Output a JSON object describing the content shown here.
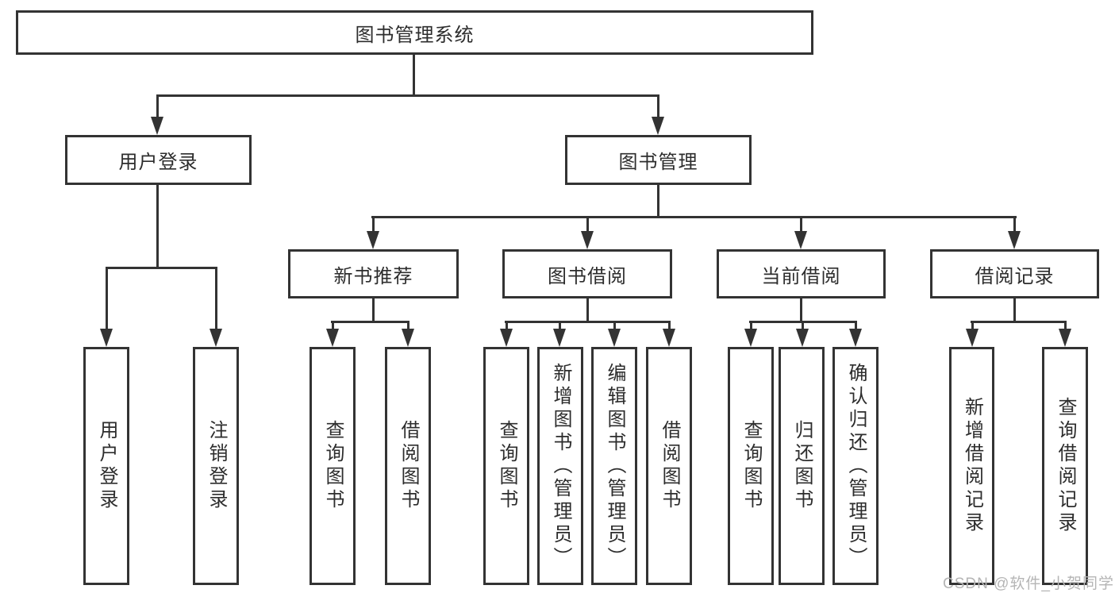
{
  "diagram": {
    "title": "图书管理系统",
    "level2": [
      "用户登录",
      "图书管理"
    ],
    "level3": [
      "新书推荐",
      "图书借阅",
      "当前借阅",
      "借阅记录"
    ],
    "leaves_user_login": [
      "用户登录",
      "注销登录"
    ],
    "leaves_new_book": [
      "查询图书",
      "借阅图书"
    ],
    "leaves_book_borrow": [
      "查询图书",
      "新增图书（管理员）",
      "编辑图书（管理员）",
      "借阅图书"
    ],
    "leaves_current_borrow": [
      "查询图书",
      "归还图书",
      "确认归还（管理员）"
    ],
    "leaves_borrow_record": [
      "新增借阅记录",
      "查询借阅记录"
    ]
  },
  "watermark": {
    "text": "CSDN @软件_小贺同学"
  },
  "colors": {
    "line": "#333333",
    "box_border": "#333333",
    "text": "#2d2d2d",
    "background": "#ffffff",
    "watermark": "#b5b5b5"
  }
}
